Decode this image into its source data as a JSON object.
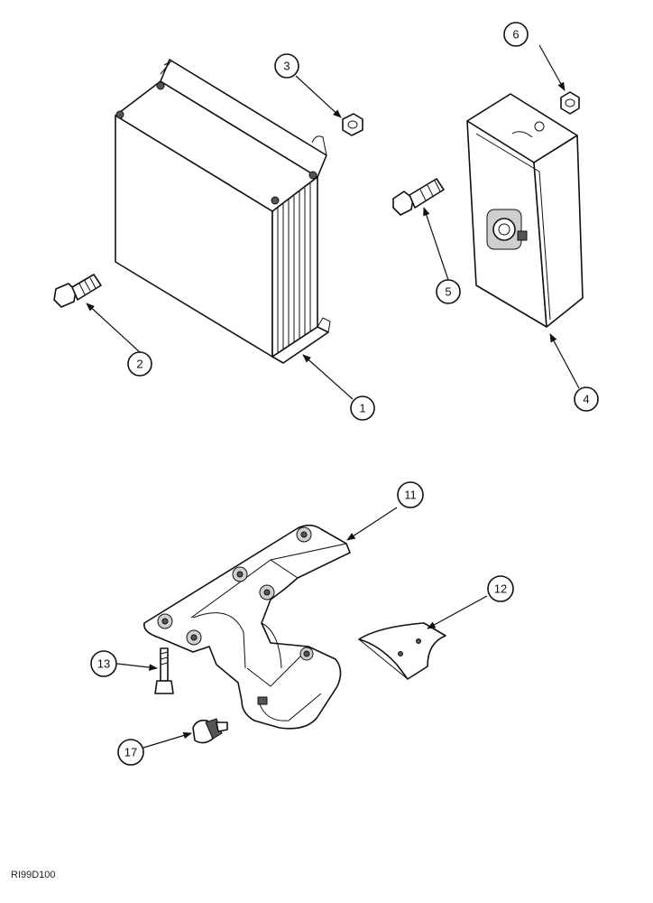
{
  "figure_ref": "RI99D100",
  "callouts": [
    {
      "id": "c1",
      "label": "1"
    },
    {
      "id": "c2",
      "label": "2"
    },
    {
      "id": "c3",
      "label": "3"
    },
    {
      "id": "c4",
      "label": "4"
    },
    {
      "id": "c5",
      "label": "5"
    },
    {
      "id": "c6",
      "label": "6"
    },
    {
      "id": "c11",
      "label": "11"
    },
    {
      "id": "c12",
      "label": "12"
    },
    {
      "id": "c13",
      "label": "13"
    },
    {
      "id": "c17",
      "label": "17"
    }
  ]
}
